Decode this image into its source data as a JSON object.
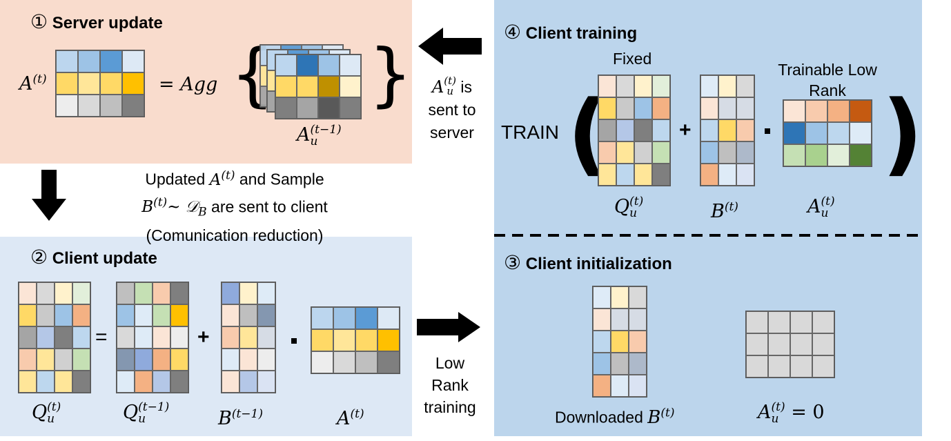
{
  "colors": {
    "server_bg": "#f9dccd",
    "client_update_bg": "#dde8f5",
    "right_bg": "#bcd5ec"
  },
  "server": {
    "num": "①",
    "title": "Server update",
    "A": "A",
    "A_sup": "(t)",
    "agg": "= Agg",
    "Au": "A",
    "Au_sub": "u",
    "Au_sup": "(t−1)"
  },
  "flow": {
    "down_line1_a": "Updated ",
    "down_A": "A",
    "down_A_sup": "(t)",
    "down_line1_b": " and Sample",
    "down_B": "B",
    "down_B_sup": "(t)",
    "down_D": "~ 𝒟",
    "down_D_sub": "B",
    "down_line2_b": " are sent to client",
    "down_line3": "(Comunication reduction)",
    "up_A": "A",
    "up_A_sub": "u",
    "up_A_sup": "(t)",
    "up_is": "is",
    "up_line2": "sent to",
    "up_line3": "server",
    "right_line1": "Low",
    "right_line2": "Rank",
    "right_line3": "training"
  },
  "client_update": {
    "num": "②",
    "title": "Client update",
    "eq": "=",
    "plus": "+",
    "Q": "Q",
    "Q_sub": "u",
    "Q_sup": "(t)",
    "Qp": "Q",
    "Qp_sub": "u",
    "Qp_sup": "(t−1)",
    "B": "B",
    "B_sup": "(t−1)",
    "A": "A",
    "A_sup": "(t)"
  },
  "client_training": {
    "num": "④",
    "title": "Client training",
    "fixed": "Fixed",
    "trainable1": "Trainable Low",
    "trainable2": "Rank",
    "train": "TRAIN",
    "plus": "+",
    "Q": "Q",
    "Q_sub": "u",
    "Q_sup": "(t)",
    "B": "B",
    "B_sup": "(t)",
    "A": "A",
    "A_sub": "u",
    "A_sup": "(t)"
  },
  "client_init": {
    "num": "③",
    "title": "Client initialization",
    "downloaded": "Downloaded ",
    "B": "B",
    "B_sup": "(t)",
    "A": "A",
    "A_sub": "u",
    "A_sup": "(t)",
    "eq0": " = 0"
  }
}
